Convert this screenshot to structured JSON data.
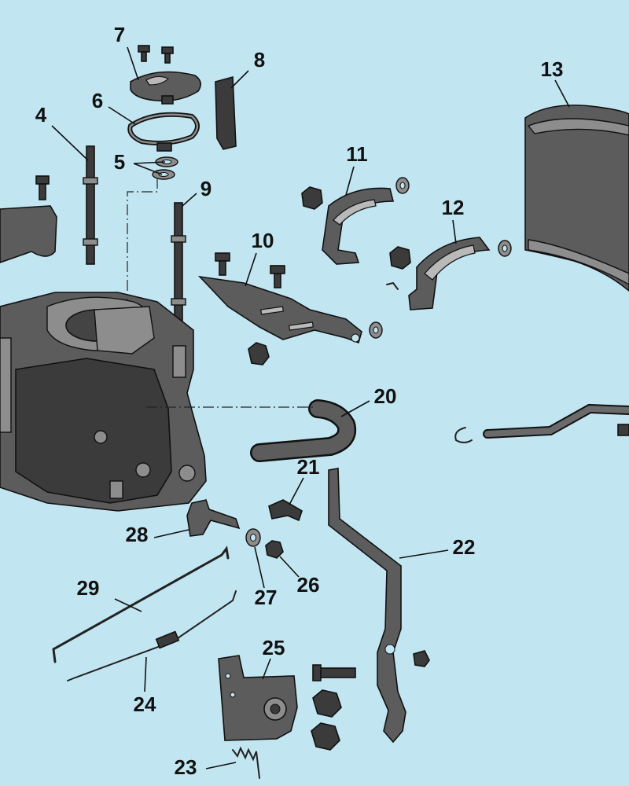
{
  "labels": {
    "p4": "4",
    "p5": "5",
    "p6": "6",
    "p7": "7",
    "p8": "8",
    "p9": "9",
    "p10": "10",
    "p11": "11",
    "p12": "12",
    "p13": "13",
    "p20": "20",
    "p21": "21",
    "p22": "22",
    "p23": "23",
    "p24": "24",
    "p25": "25",
    "p26": "26",
    "p27": "27",
    "p28": "28",
    "p29": "29"
  },
  "colors": {
    "background": "#c2e6f1",
    "part_fill": "#5c5c5c",
    "outline": "#111111"
  }
}
